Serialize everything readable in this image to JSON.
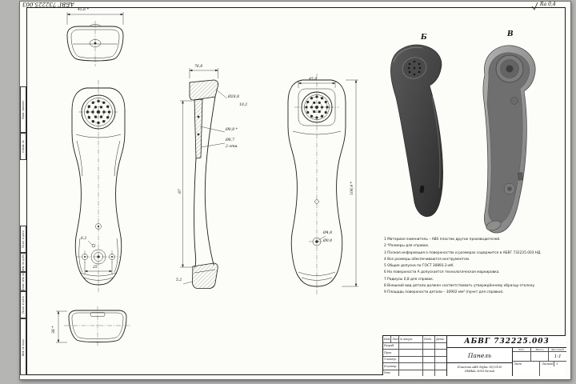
{
  "frame": {
    "designation_top_rotated": "АБВГ 732225.003",
    "roughness_mark": "Ra 0,4",
    "left_margin_labels": [
      "Перв. примен.",
      "Справ. №",
      "Подп. и дата",
      "Инв. № дубл.",
      "Взам. инв. №",
      "Подп. и дата",
      "Инв. № подл."
    ]
  },
  "views": {
    "view_b_label": "Б",
    "view_v_label": "В"
  },
  "dimensions": {
    "top_view_width": "45,6 *",
    "front_bottom_width": "25",
    "front_hole_dia": "6,2",
    "side_top_width": "76,8",
    "side_height": "87",
    "side_dia_large": "Ø28,8",
    "side_offset": "10,2",
    "side_dia_small": "Ø0,8 *",
    "side_dia_hole": "Ø8,7",
    "side_holes_count": "2 отв.",
    "side_bottom_thickness": "5,2",
    "front2_top_width": "45,8",
    "front2_height": "106,4 *",
    "front2_dia_a": "Ø4,8",
    "front2_dia_b": "Ø0,8",
    "bottom_view_height": "38 *"
  },
  "notes": [
    "1  Материал-заменитель – ABS пластик других производителей.",
    "2  *Размеры для справок.",
    "3  Полная информация о поверхностях и размерах содержится в АБВГ 732225.003 НД.",
    "4  Все размеры обеспечиваются инструментом.",
    "5  Общие допуски по ГОСТ 30893.2-мК.",
    "6  На поверхности А допускается технологическая маркировка.",
    "7  Радиусы 0,8 для справок.",
    "8  Внешний вид детали должен соответствовать утверждённому образцу-эталону.",
    "9  Площадь поверхности детали – 30902 мм²  (пункт для справки)."
  ],
  "title_block": {
    "designation": "АБВГ 732225.003",
    "part_name": "Панель",
    "material_line1": "Пластик ABS Stylac SQ-0150",
    "material_line2": "OMRAL 9010 белый",
    "header_izm": "Изм.",
    "header_list": "Лист",
    "header_doc": "№ докум.",
    "header_sign": "Подп.",
    "header_date": "Дата",
    "row_razrab": "Разраб.",
    "row_prov": "Пров.",
    "row_tkontr": "Т.контр.",
    "row_nkontr": "Н.контр.",
    "row_utv": "Утв.",
    "lit_label": "Лит.",
    "mass_label": "Масса",
    "scale_label": "Масштаб",
    "scale_value": "1:1",
    "sheet_label": "Лист",
    "sheets_label": "Листов",
    "sheets_value": "1"
  }
}
